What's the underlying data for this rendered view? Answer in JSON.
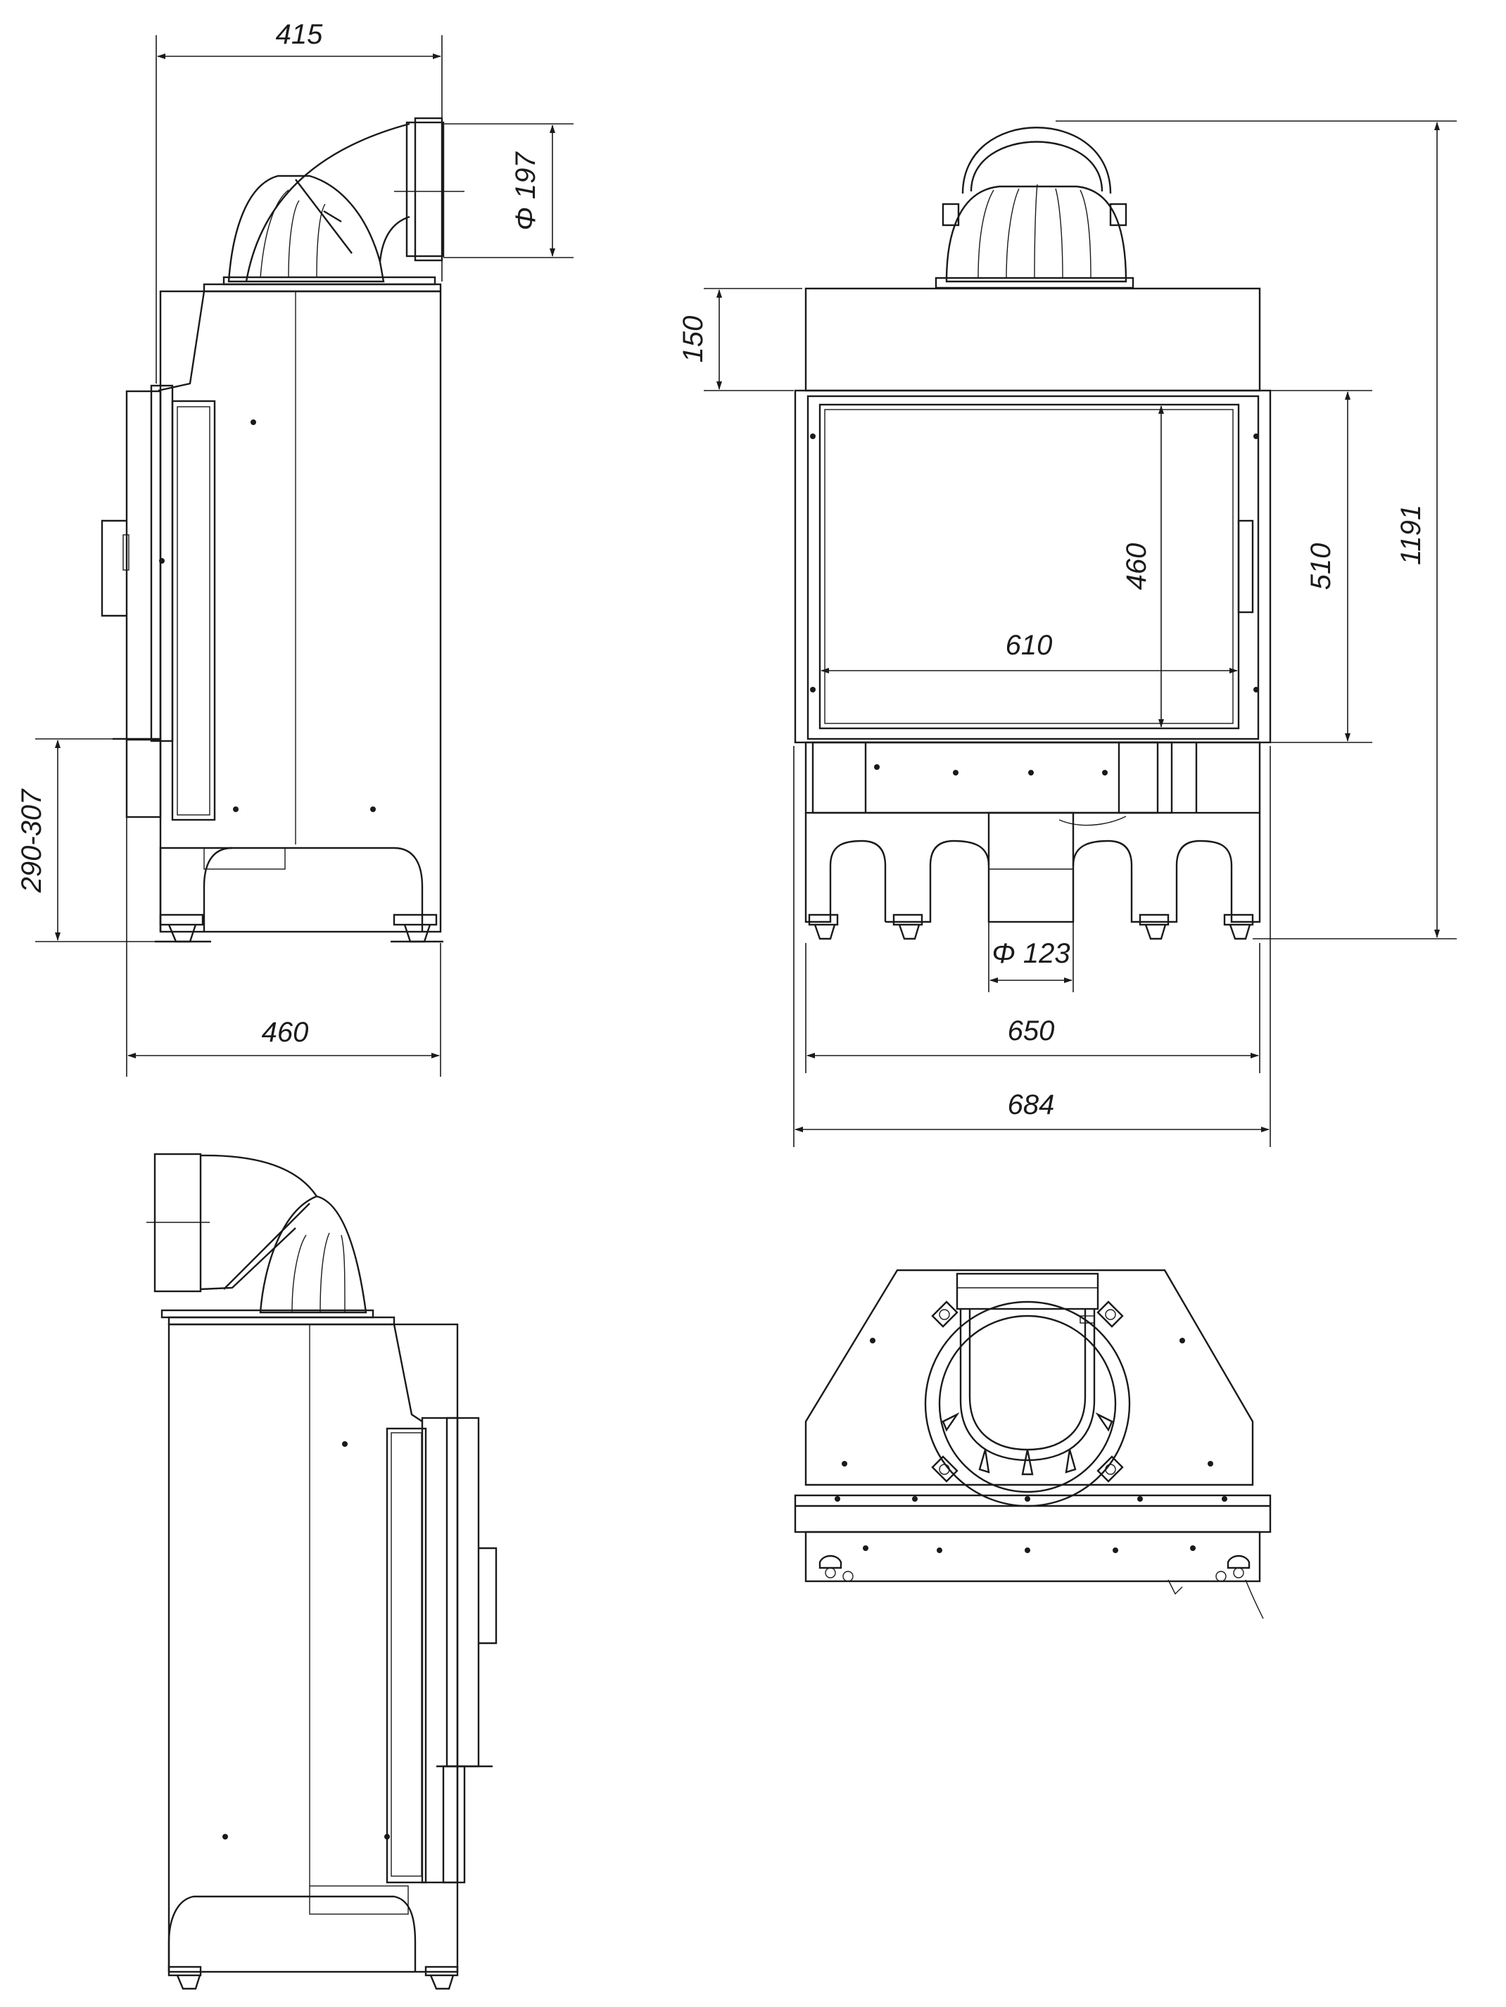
{
  "drawing": {
    "dimensions": {
      "side_top_width": "415",
      "flue_diameter": "Φ 197",
      "side_leg_height": "290-307",
      "side_depth": "460",
      "top_section_height": "150",
      "glass_height": "460",
      "door_height": "510",
      "total_height": "1191",
      "glass_width": "610",
      "air_inlet_diameter": "Φ 123",
      "body_width": "650",
      "total_width": "684"
    },
    "views": [
      "side-view",
      "front-view",
      "side-view-mirrored",
      "top-view"
    ]
  }
}
